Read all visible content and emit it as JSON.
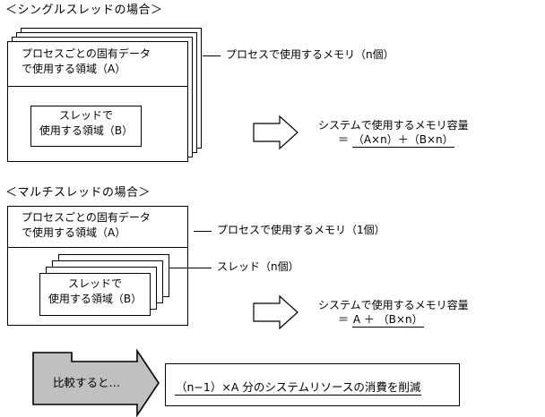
{
  "diagram": {
    "title_single": "＜シングルスレッドの場合＞",
    "title_multi": "＜マルチスレッドの場合＞"
  },
  "single_thread": {
    "process_box": {
      "region_a_line1": "プロセスごとの固有データ",
      "region_a_line2": "で使用する領域（A）"
    },
    "thread_box": {
      "line1": "スレッドで",
      "line2": "使用する領域（B）"
    },
    "callout_process": "プロセスで使用するメモリ（n個）",
    "result": {
      "caption": "システムで使用するメモリ容量",
      "equals": "＝",
      "formula": "（A×n）＋（B×n）"
    }
  },
  "multi_thread": {
    "process_box": {
      "region_a_line1": "プロセスごとの固有データ",
      "region_a_line2": "で使用する領域（A）"
    },
    "thread_box": {
      "line1": "スレッドで",
      "line2": "使用する領域（B）"
    },
    "callout_process": "プロセスで使用するメモリ（1個）",
    "callout_thread": "スレッド（n個）",
    "result": {
      "caption": "システムで使用するメモリ容量",
      "equals": "＝",
      "formula": "A ＋ （B×n）"
    }
  },
  "comparison": {
    "arrow_label": "比較すると…",
    "result_text": "（n−1）×A 分のシステムリソースの消費を削減",
    "arrow_fill": "#c0c0c0",
    "arrow_stroke": "#000000"
  }
}
